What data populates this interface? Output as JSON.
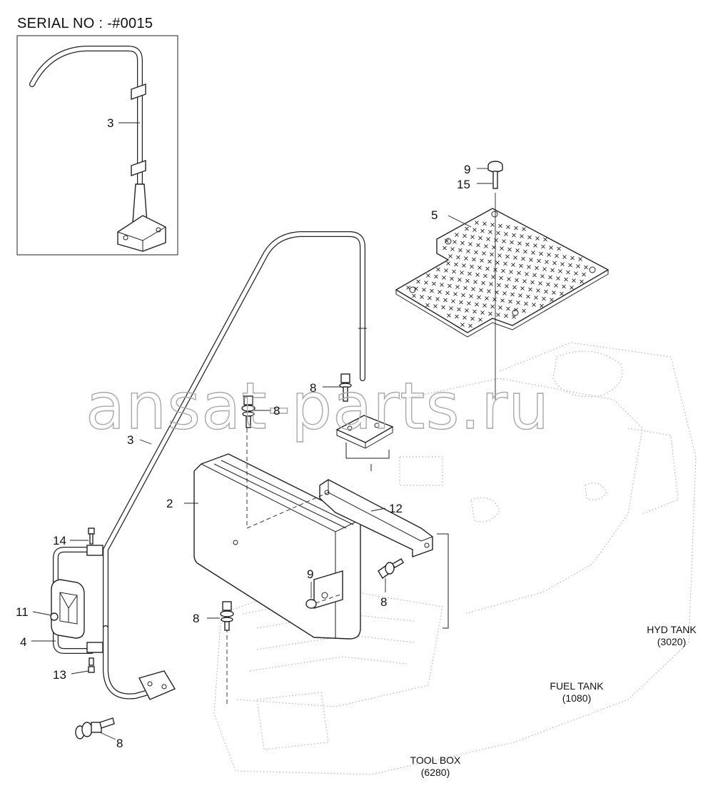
{
  "header": {
    "serial": "SERIAL NO : -#0015"
  },
  "watermark": "ansat-parts.ru",
  "callouts": {
    "inset_3": "3",
    "c9_top": "9",
    "c15": "15",
    "c5": "5",
    "c8_upper_left": "8",
    "c8_upper_mid": "8",
    "c3": "3",
    "c2": "2",
    "c12": "12",
    "c14": "14",
    "c9_mid": "9",
    "c8_right": "8",
    "c11": "11",
    "c8_mid": "8",
    "c4": "4",
    "c13": "13",
    "c8_bottom": "8"
  },
  "labels": {
    "hyd_tank": "HYD TANK",
    "hyd_tank_code": "(3020)",
    "fuel_tank": "FUEL TANK",
    "fuel_tank_code": "(1080)",
    "tool_box": "TOOL BOX",
    "tool_box_code": "(6280)"
  }
}
